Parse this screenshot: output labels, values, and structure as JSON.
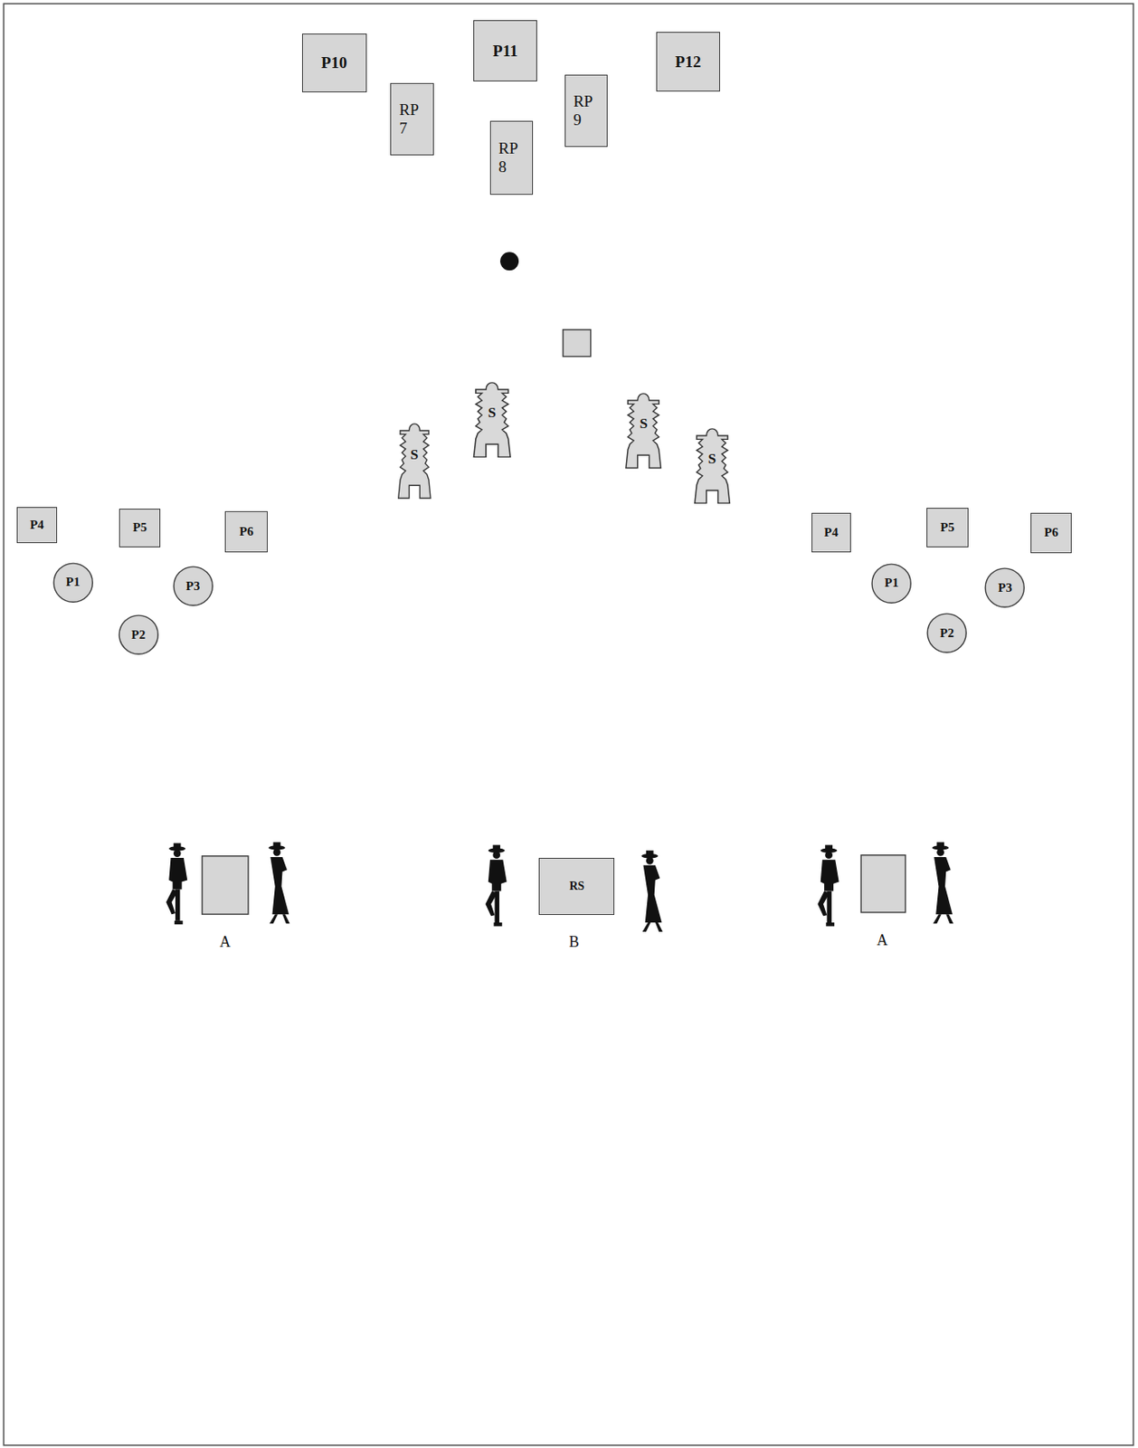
{
  "diagram": {
    "nodes": [
      {
        "text": [
          "P10"
        ]
      },
      {
        "text": [
          "P11"
        ]
      },
      {
        "text": [
          "P12"
        ]
      },
      {
        "text": [
          "RP 7"
        ]
      },
      {
        "text": [
          "RP 9"
        ]
      },
      {
        "text": [
          "RP 8"
        ]
      },
      {
        "text": [
          "S"
        ]
      },
      {
        "text": [
          "S"
        ]
      },
      {
        "text": [
          "S"
        ]
      },
      {
        "text": [
          "S"
        ]
      },
      {
        "text": [
          "P4"
        ]
      },
      {
        "text": [
          "P5"
        ]
      },
      {
        "text": [
          "P6"
        ]
      },
      {
        "text": [
          "P1"
        ]
      },
      {
        "text": [
          "P3"
        ]
      },
      {
        "text": [
          "P2"
        ]
      },
      {
        "text": [
          "P4"
        ]
      },
      {
        "text": [
          "P5"
        ]
      },
      {
        "text": [
          "P6"
        ]
      },
      {
        "text": [
          "P1"
        ]
      },
      {
        "text": [
          "P3"
        ]
      },
      {
        "text": [
          "P2"
        ]
      },
      {
        "text": [
          "RS"
        ]
      }
    ],
    "labels": [
      "A",
      "B",
      "A"
    ]
  }
}
